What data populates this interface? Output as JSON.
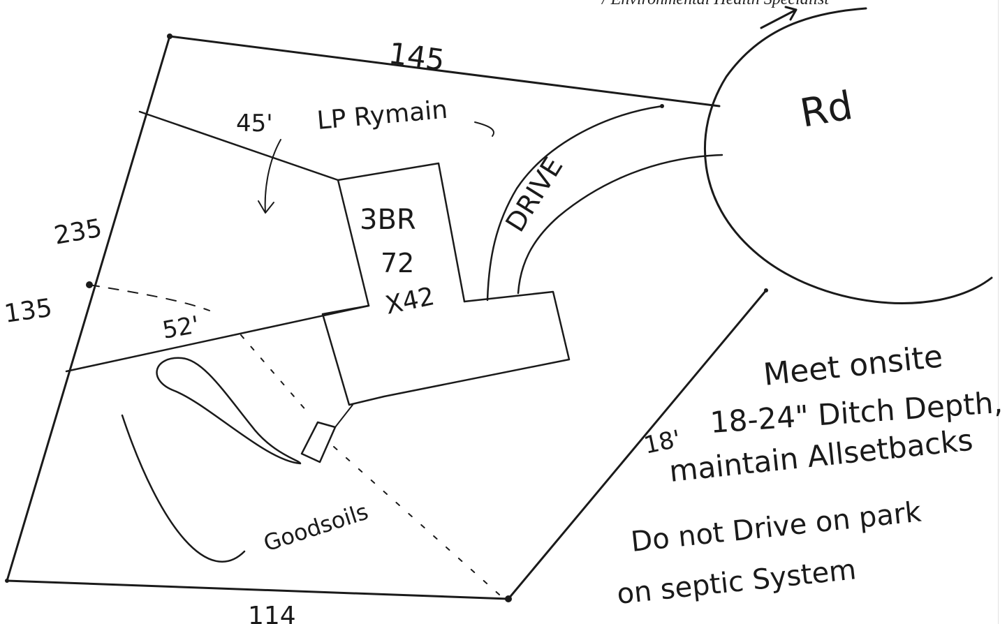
{
  "header": {
    "text": "/ Environmental Health Specialist"
  },
  "labels": {
    "road": "Rd",
    "drive": "DRIVE",
    "house_bedrooms": "3BR",
    "house_dim1": "72",
    "house_dim2": "X42",
    "soils_note": "45'",
    "soils_label": "LP Rymain",
    "good_soils": "Goodsoils",
    "dim_top": "145",
    "dim_bottom": "114",
    "dim_left_upper": "235",
    "dim_left_lower": "135",
    "dim_diag": "52'",
    "dim_right": "18'"
  },
  "notes": [
    "Meet onsite",
    "18-24\" Ditch Depth,",
    "maintain Allsetbacks",
    "Do not Drive on park",
    "on septic System"
  ]
}
